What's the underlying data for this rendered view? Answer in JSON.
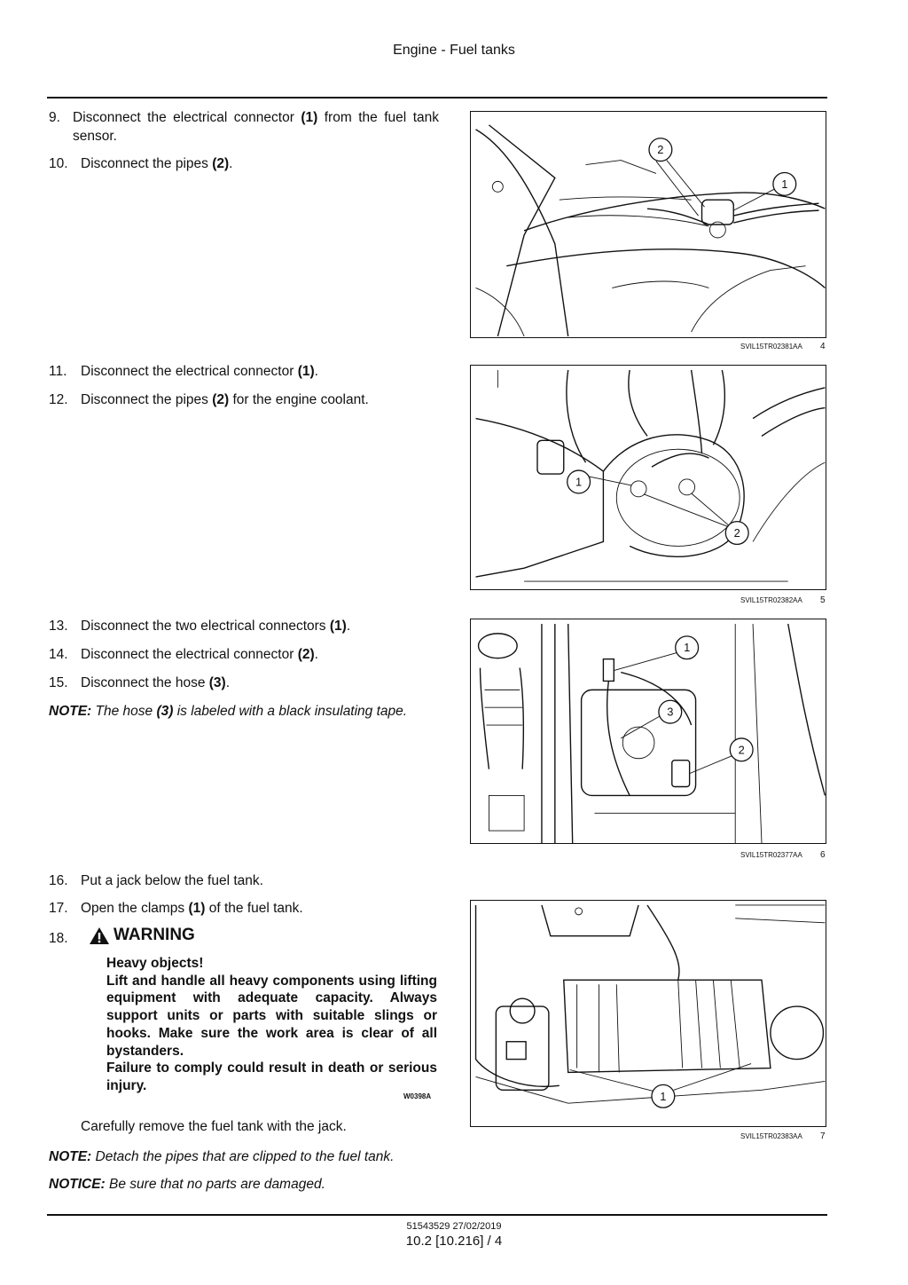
{
  "header": {
    "title": "Engine - Fuel tanks"
  },
  "steps": {
    "s9": {
      "num": "9.",
      "pre": "Disconnect the electrical connector ",
      "ref": "(1)",
      "post": " from the fuel tank sensor."
    },
    "s10": {
      "num": "10.",
      "pre": "Disconnect the pipes ",
      "ref": "(2)",
      "post": "."
    },
    "s11": {
      "num": "11.",
      "pre": "Disconnect the electrical connector ",
      "ref": "(1)",
      "post": "."
    },
    "s12": {
      "num": "12.",
      "pre": "Disconnect the pipes ",
      "ref": "(2)",
      "post": " for the engine coolant."
    },
    "s13": {
      "num": "13.",
      "pre": "Disconnect the two electrical connectors ",
      "ref": "(1)",
      "post": "."
    },
    "s14": {
      "num": "14.",
      "pre": "Disconnect the electrical connector ",
      "ref": "(2)",
      "post": "."
    },
    "s15": {
      "num": "15.",
      "pre": "Disconnect the hose ",
      "ref": "(3)",
      "post": "."
    },
    "s16": {
      "num": "16.",
      "text": "Put a jack below the fuel tank."
    },
    "s17": {
      "num": "17.",
      "pre": "Open the clamps ",
      "ref": "(1)",
      "post": " of the fuel tank."
    },
    "s18": {
      "num": "18."
    }
  },
  "note1": {
    "label": "NOTE:",
    "pre": " The hose ",
    "ref": "(3)",
    "post": " is labeled with a black insulating tape."
  },
  "warning": {
    "title": "WARNING",
    "lines": [
      "Heavy objects!",
      "Lift and handle all heavy components using lifting equipment with adequate capacity. Always support units or parts with suitable slings or hooks. Make sure the work area is clear of all bystanders.",
      "Failure to comply could result in death or serious injury."
    ],
    "code": "W0398A"
  },
  "after_warning": "Carefully remove the fuel tank with the jack.",
  "note2": {
    "label": "NOTE:",
    "text": " Detach the pipes that are clipped to the fuel tank."
  },
  "notice": {
    "label": "NOTICE:",
    "text": " Be sure that no parts are damaged."
  },
  "figures": [
    {
      "code": "SVIL15TR02381AA",
      "num": "4",
      "callouts": [
        "2",
        "1"
      ]
    },
    {
      "code": "SVIL15TR02382AA",
      "num": "5",
      "callouts": [
        "1",
        "2"
      ]
    },
    {
      "code": "SVIL15TR02377AA",
      "num": "6",
      "callouts": [
        "1",
        "3",
        "2"
      ]
    },
    {
      "code": "SVIL15TR02383AA",
      "num": "7",
      "callouts": [
        "1"
      ]
    }
  ],
  "footer": {
    "doc": "51543529 27/02/2019",
    "page": "10.2 [10.216] / 4"
  }
}
